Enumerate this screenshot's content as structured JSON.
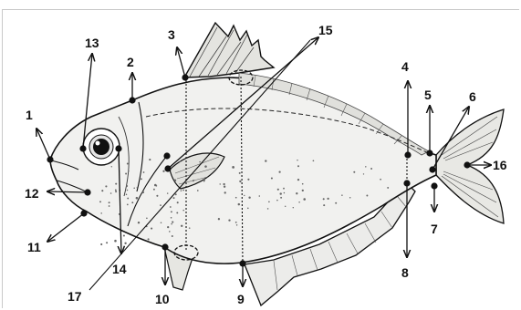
{
  "labels": [
    "1",
    "2",
    "3",
    "4",
    "5",
    "6",
    "7",
    "8",
    "9",
    "10",
    "11",
    "12",
    "13",
    "14",
    "15",
    "16",
    "17"
  ],
  "colors": {
    "ink": "#111111",
    "body_shade": "#f1f1ef",
    "fin_shade": "#e2e2de",
    "frame": "#c9c9c9"
  }
}
